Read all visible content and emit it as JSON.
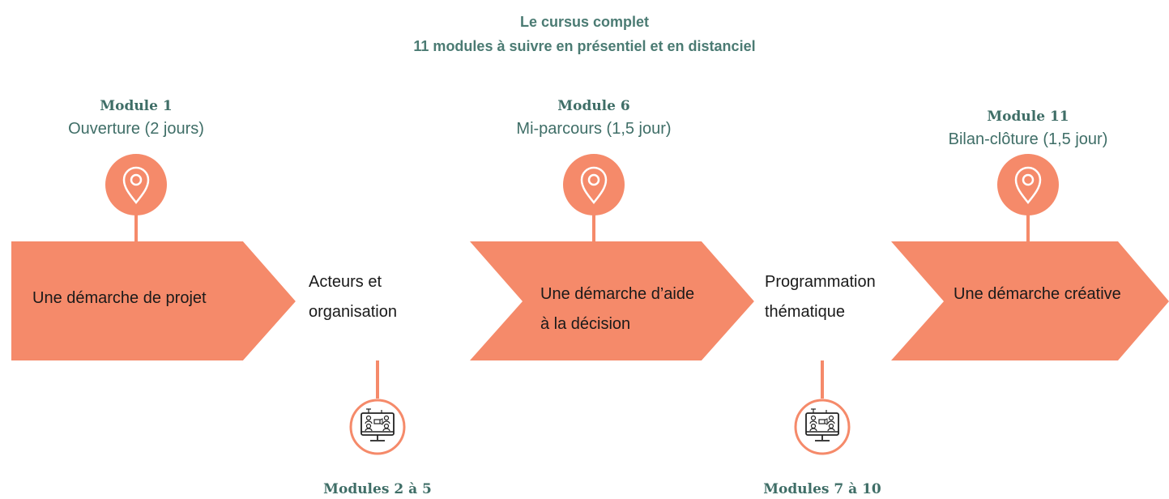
{
  "header": {
    "title_line1": "Le cursus complet",
    "title_line2": "11 modules à suivre en présentiel et en distanciel"
  },
  "colors": {
    "accent": "#f58a6a",
    "text_green": "#3f6e67",
    "white": "#ffffff"
  },
  "milestones_top": [
    {
      "title": "Module 1",
      "subtitle": "Ouverture (2 jours)",
      "icon": "location-pin-icon"
    },
    {
      "title": "Module 6",
      "subtitle": "Mi-parcours (1,5 jour)",
      "icon": "location-pin-icon"
    },
    {
      "title": "Module 11",
      "subtitle": "Bilan-clôture (1,5 jour)",
      "icon": "location-pin-icon"
    }
  ],
  "milestones_bottom": [
    {
      "title": "Modules 2 à 5",
      "icon": "video-conference-icon"
    },
    {
      "title": "Modules 7 à 10",
      "icon": "video-conference-icon"
    }
  ],
  "steps": [
    {
      "line1": "Une démarche de projet",
      "line2": "",
      "filled": true
    },
    {
      "line1": "Acteurs et",
      "line2": "organisation",
      "filled": false
    },
    {
      "line1": "Une démarche d’aide",
      "line2": "à la décision",
      "filled": true
    },
    {
      "line1": "Programmation",
      "line2": "thématique",
      "filled": false
    },
    {
      "line1": "Une démarche créative",
      "line2": "",
      "filled": true
    }
  ]
}
